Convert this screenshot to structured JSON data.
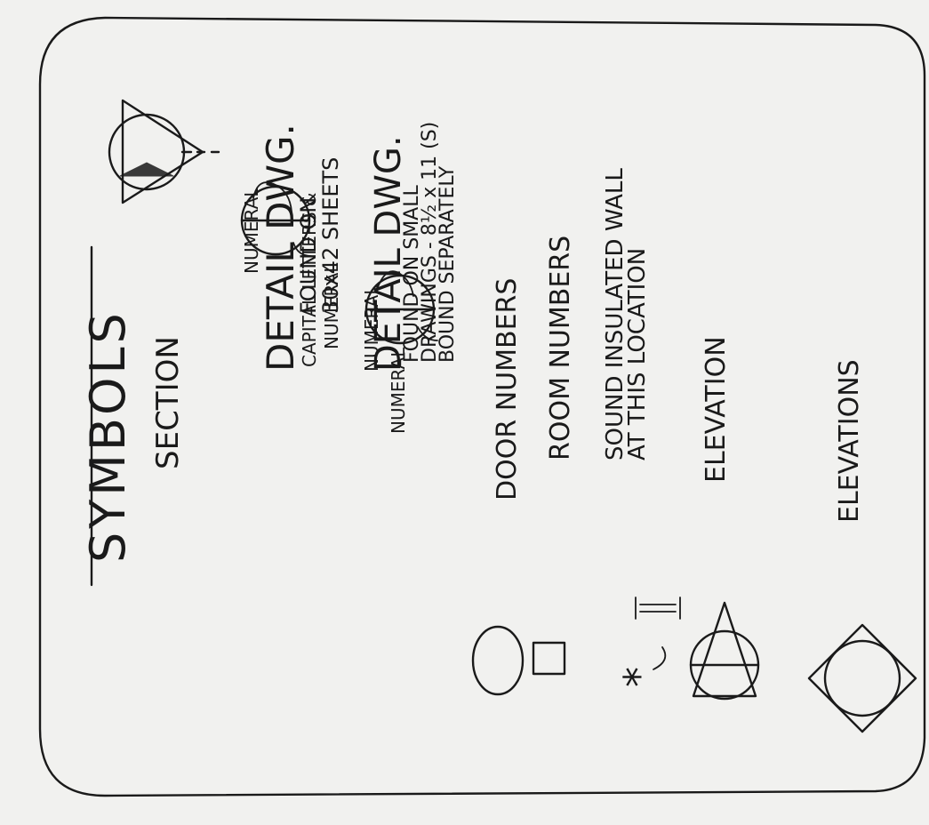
{
  "sheet": {
    "title": "SYMBOLS",
    "paper_color": "#f1f1ef",
    "ink_color": "#1a1a1a"
  },
  "legend": [
    {
      "symbol": "section-marker-triangle-circle",
      "description": [
        "SECTION"
      ],
      "callouts": []
    },
    {
      "symbol": "detail-circle-split",
      "description": [
        "DETAIL DWG.",
        "FOUND ON",
        "30x42 SHEETS"
      ],
      "callouts": [
        "NUMERAL",
        "CAPITAL LETTERS &",
        "NUMERAL"
      ]
    },
    {
      "symbol": "detail-circle-split",
      "description": [
        "DETAIL DWG.",
        "FOUND ON SMALL",
        "DRAWINGS - 8½ x 11 (S)",
        "BOUND SEPARATELY"
      ],
      "callouts": [
        "NUMERAL",
        "NUMERAL"
      ]
    },
    {
      "symbol": "ellipse",
      "description": [
        "DOOR NUMBERS"
      ],
      "callouts": []
    },
    {
      "symbol": "rectangle",
      "description": [
        "ROOM NUMBERS"
      ],
      "callouts": []
    },
    {
      "symbol": "asterisk-wall",
      "description": [
        "SOUND INSULATED WALL",
        "AT THIS LOCATION"
      ],
      "callouts": []
    },
    {
      "symbol": "elevation-triangle-circle",
      "description": [
        "ELEVATION"
      ],
      "callouts": []
    },
    {
      "symbol": "elevations-diamond-circle",
      "description": [
        "ELEVATIONS"
      ],
      "callouts": []
    }
  ]
}
